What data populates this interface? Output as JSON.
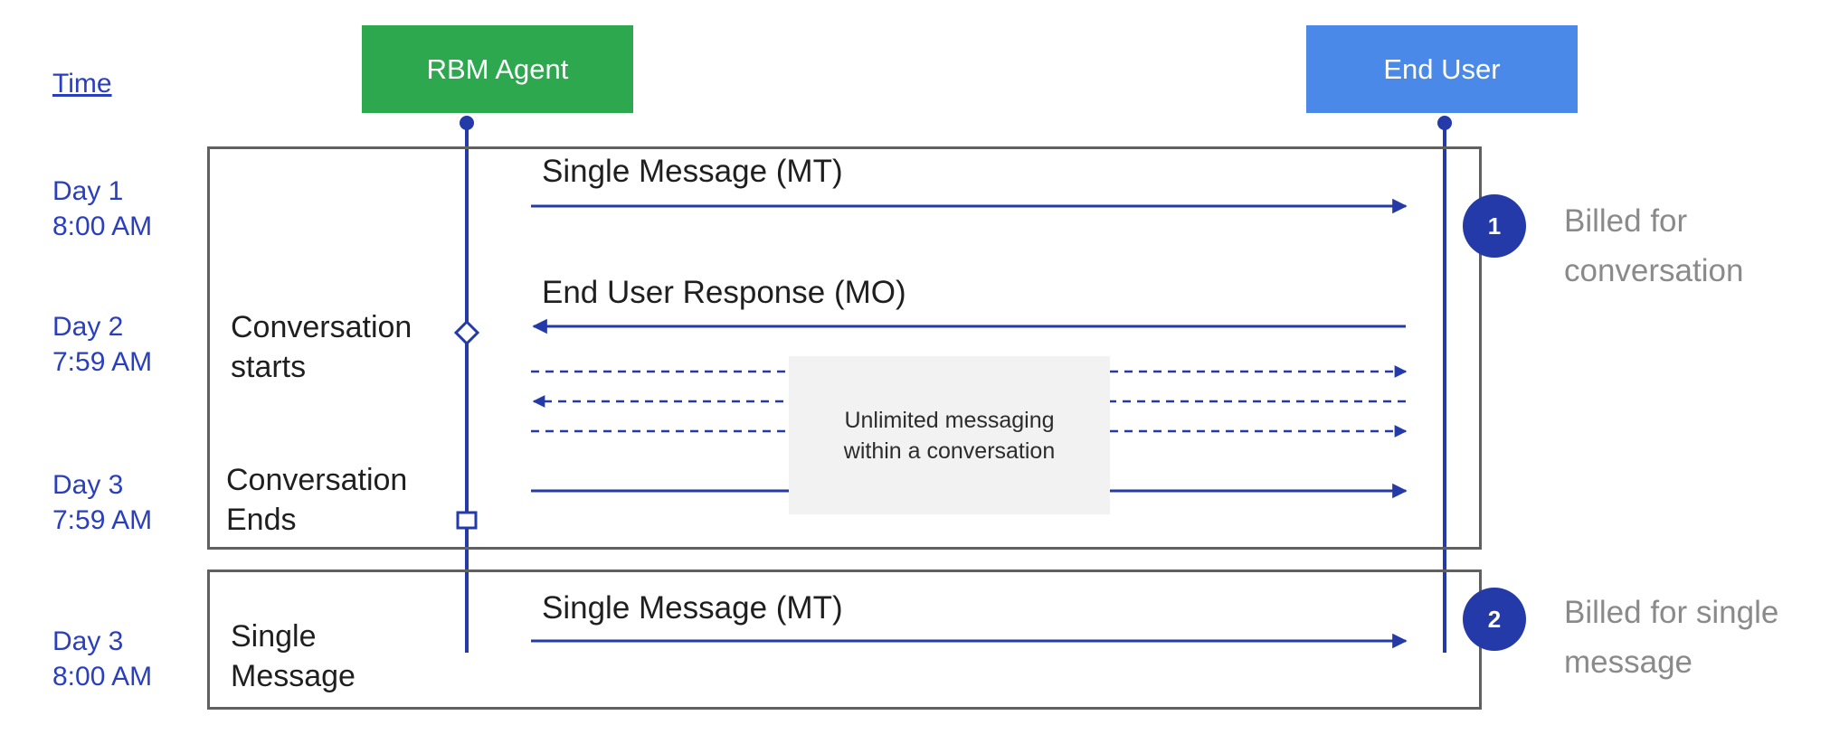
{
  "header": {
    "time_label": "Time"
  },
  "actors": {
    "agent": "RBM Agent",
    "user": "End User"
  },
  "times": [
    "Day 1\n8:00 AM",
    "Day 2\n7:59 AM",
    "Day 3\n7:59 AM",
    "Day 3\n8:00 AM"
  ],
  "phases": {
    "start": "Conversation\nstarts",
    "end": "Conversation\nEnds",
    "single": "Single\nMessage"
  },
  "messages": {
    "mt_1": "Single Message (MT)",
    "mo": "End User Response (MO)",
    "mt_2": "Single Message (MT)"
  },
  "note": "Unlimited messaging\nwithin a conversation",
  "billing": [
    {
      "number": "1",
      "label": "Billed for\nconversation"
    },
    {
      "number": "2",
      "label": "Billed for single\nmessage"
    }
  ],
  "colors": {
    "agent": "#2ea84f",
    "user": "#4a89e8",
    "lines": "#233aa8",
    "time_text": "#2a3fbd",
    "billing_text": "#8a8a8a"
  }
}
